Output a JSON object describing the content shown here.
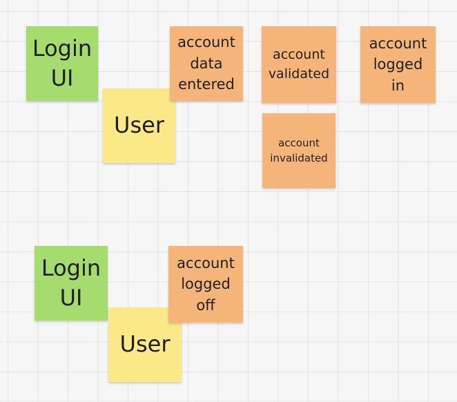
{
  "stickies": {
    "login_ui_1": "Login\nUI",
    "user_1": "User",
    "account_data_entered": "account\ndata\nentered",
    "account_validated": "account\nvalidated",
    "account_logged_in": "account\nlogged\nin",
    "account_invalidated": "account\ninvalidated",
    "login_ui_2": "Login\nUI",
    "user_2": "User",
    "account_logged_off": "account\nlogged\noff"
  },
  "colors": {
    "ui_sticky": "#a6dc6e",
    "actor_sticky": "#fbe987",
    "event_sticky": "#f5b57a",
    "board_background": "#f6f6f6",
    "grid_line": "#e3e3e3"
  }
}
